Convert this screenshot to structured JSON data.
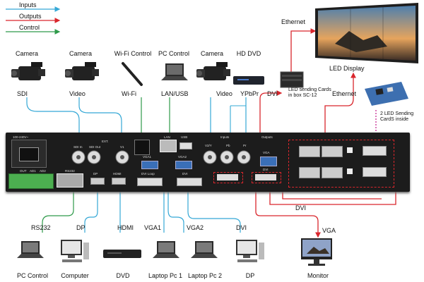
{
  "legend": [
    {
      "label": "Inputs",
      "color": "#35a8d6"
    },
    {
      "label": "Outputs",
      "color": "#d9262c"
    },
    {
      "label": "Control",
      "color": "#2e9a4a"
    }
  ],
  "top_sources": [
    {
      "name": "Camera",
      "port": "SDI",
      "icon": "camera-icon"
    },
    {
      "name": "Camera",
      "port": "Video",
      "icon": "camera-icon"
    },
    {
      "name": "Wi-Fi Control",
      "port": "Wi-Fi",
      "icon": "wifi-antenna-icon"
    },
    {
      "name": "PC Control",
      "port": "LAN/USB",
      "icon": "laptop-icon"
    },
    {
      "name": "Camera",
      "port": "Video",
      "icon": "camera-icon"
    },
    {
      "name": "HD DVD",
      "port": "YPbPr",
      "icon": "dvd-player-icon"
    }
  ],
  "sending_box": {
    "port": "DVI",
    "caption": "LED sending Cards in box SC-12"
  },
  "ethernet_labels": [
    "Ethernet",
    "Ethernet"
  ],
  "led_display": {
    "label": "LED Display"
  },
  "sending_card": {
    "caption": "2 LED Sending CardS inside"
  },
  "panel": {
    "power": "100-240V~",
    "rs232": "RS232",
    "audio_ports": [
      "OUT",
      "AD1",
      "AD2"
    ],
    "ext": "EXT.",
    "sdi_in": "SDI In",
    "sdi_out": "SDI Out",
    "v1": "V1",
    "lan": "LAN",
    "usb": "USB",
    "inputs": "Inputs",
    "v2y": "V2/Y",
    "pb": "Pb",
    "pr": "Pr",
    "outputs": "Outputs",
    "vga": "VGA",
    "dvi": "DVI",
    "dp": "DP",
    "hdmi": "HDMI",
    "vga1": "VGA1",
    "vga2": "VGA2",
    "dvi_loop": "DVI Loop",
    "dvi_in": "DVI",
    "dvi_out": "DVI"
  },
  "bottom_cables": [
    "RS232",
    "DP",
    "HDMI",
    "VGA1",
    "VGA2",
    "DVI",
    "DVI",
    "VGA"
  ],
  "bottom_devices": [
    {
      "name": "PC Control",
      "icon": "laptop-icon"
    },
    {
      "name": "Computer",
      "icon": "desktop-computer-icon"
    },
    {
      "name": "DVD",
      "icon": "dvd-player-icon"
    },
    {
      "name": "Laptop Pc 1",
      "icon": "laptop-icon"
    },
    {
      "name": "Laptop Pc 2",
      "icon": "laptop-icon"
    },
    {
      "name": "DP",
      "icon": "desktop-computer-icon"
    },
    {
      "name": "Monitor",
      "icon": "monitor-icon"
    }
  ]
}
